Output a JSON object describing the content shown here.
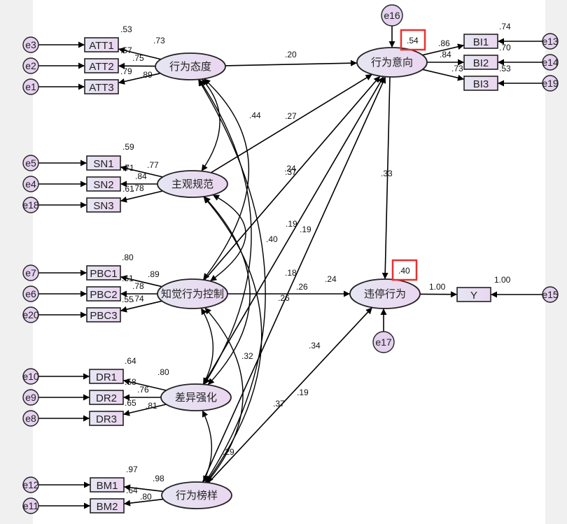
{
  "diagram": {
    "type": "structural-equation-model",
    "latent": [
      {
        "id": "ATT",
        "label": "行为态度"
      },
      {
        "id": "SN",
        "label": "主观规范"
      },
      {
        "id": "PBC",
        "label": "知觉行为控制"
      },
      {
        "id": "DR",
        "label": "差异强化"
      },
      {
        "id": "BM",
        "label": "行为榜样"
      },
      {
        "id": "BI",
        "label": "行为意向",
        "r2": ".54",
        "error": "e16"
      },
      {
        "id": "B",
        "label": "违停行为",
        "r2": ".40",
        "error": "e17"
      }
    ],
    "indicators": [
      {
        "id": "ATT1",
        "latent": "ATT",
        "error": "e3",
        "loading": ".73",
        "r2": ".53"
      },
      {
        "id": "ATT2",
        "latent": "ATT",
        "error": "e2",
        "loading": ".75",
        "r2": ".57"
      },
      {
        "id": "ATT3",
        "latent": "ATT",
        "error": "e1",
        "loading": ".89",
        "r2": ".79"
      },
      {
        "id": "SN1",
        "latent": "SN",
        "error": "e5",
        "loading": ".77",
        "r2": ".59"
      },
      {
        "id": "SN2",
        "latent": "SN",
        "error": "e4",
        "loading": ".84",
        "r2": ".71"
      },
      {
        "id": "SN3",
        "latent": "SN",
        "error": "e18",
        "loading": ".78",
        "r2": ".61"
      },
      {
        "id": "PBC1",
        "latent": "PBC",
        "error": "e7",
        "loading": ".89",
        "r2": ".80"
      },
      {
        "id": "PBC2",
        "latent": "PBC",
        "error": "e6",
        "loading": ".78",
        "r2": ".61"
      },
      {
        "id": "PBC3",
        "latent": "PBC",
        "error": "e20",
        "loading": ".74",
        "r2": ".55"
      },
      {
        "id": "DR1",
        "latent": "DR",
        "error": "e10",
        "loading": ".80",
        "r2": ".64"
      },
      {
        "id": "DR2",
        "latent": "DR",
        "error": "e9",
        "loading": ".76",
        "r2": ".58"
      },
      {
        "id": "DR3",
        "latent": "DR",
        "error": "e8",
        "loading": ".81",
        "r2": ".65"
      },
      {
        "id": "BM1",
        "latent": "BM",
        "error": "e12",
        "loading": ".98",
        "r2": ".97"
      },
      {
        "id": "BM2",
        "latent": "BM",
        "error": "e11",
        "loading": ".80",
        "r2": ".64"
      },
      {
        "id": "BI1",
        "latent": "BI",
        "error": "e13",
        "loading": ".86",
        "r2": ".74"
      },
      {
        "id": "BI2",
        "latent": "BI",
        "error": "e14",
        "loading": ".84",
        "r2": ".70"
      },
      {
        "id": "BI3",
        "latent": "BI",
        "error": "e19",
        "loading": ".73",
        "r2": ".53"
      },
      {
        "id": "Y",
        "latent": "B",
        "error": "e15",
        "loading": "1.00",
        "r2": "1.00"
      }
    ],
    "paths": [
      {
        "from": "ATT",
        "to": "BI",
        "coef": ".20"
      },
      {
        "from": "SN",
        "to": "BI",
        "coef": ".27"
      },
      {
        "from": "PBC",
        "to": "BI",
        "coef": ".40"
      },
      {
        "from": "DR",
        "to": "BI",
        "coef": ".32"
      },
      {
        "from": "BM",
        "to": "BI",
        "coef": ".37"
      },
      {
        "from": "BI",
        "to": "B",
        "coef": ".33"
      },
      {
        "from": "PBC",
        "to": "B",
        "coef": ".24"
      },
      {
        "from": "BM",
        "to": "B",
        "coef": ".19"
      }
    ],
    "covariances": [
      {
        "a": "ATT",
        "b": "SN",
        "coef": ".44"
      },
      {
        "a": "ATT",
        "b": "PBC",
        "coef": ".24"
      },
      {
        "a": "ATT",
        "b": "DR",
        "coef": ".37"
      },
      {
        "a": "ATT",
        "b": "BM",
        "coef": ".19"
      },
      {
        "a": "SN",
        "b": "PBC",
        "coef": ".19"
      },
      {
        "a": "SN",
        "b": "DR",
        "coef": ".18"
      },
      {
        "a": "SN",
        "b": "BM",
        "coef": ".26"
      },
      {
        "a": "PBC",
        "b": "DR",
        "coef": ".26"
      },
      {
        "a": "PBC",
        "b": "BM",
        "coef": ".34"
      },
      {
        "a": "DR",
        "b": "BM",
        "coef": ".29"
      }
    ],
    "highlight_color": "#e8312f"
  }
}
